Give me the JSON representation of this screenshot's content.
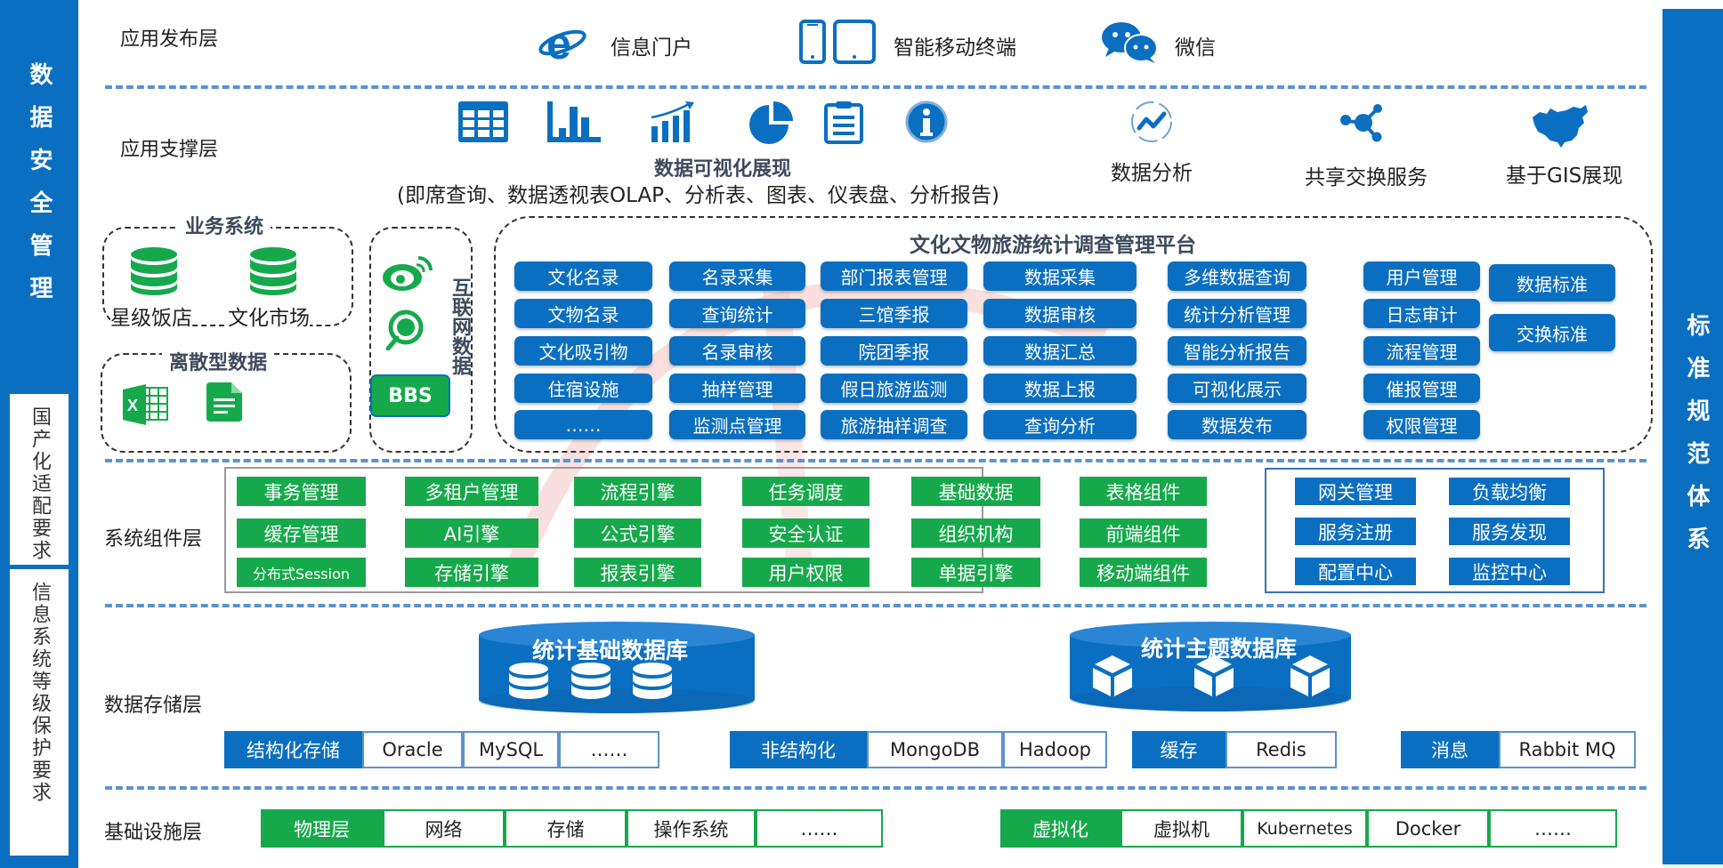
{
  "sidebars": {
    "left_title": "数据安全管理",
    "left_boxes": [
      "国产化适配要求",
      "信息系统等级保护要求"
    ],
    "right_title": "标准规范体系"
  },
  "layers": {
    "publish": "应用发布层",
    "support": "应用支撑层",
    "component": "系统组件层",
    "storage": "数据存储层",
    "infra": "基础设施层"
  },
  "publish_items": [
    {
      "icon": "ie-browser-icon",
      "label": "信息门户"
    },
    {
      "icon": "mobile-tablet-icon",
      "label": "智能移动终端"
    },
    {
      "icon": "wechat-icon",
      "label": "微信"
    }
  ],
  "support": {
    "viz_icons": [
      "table-icon",
      "bar-chart-icon",
      "trend-chart-icon",
      "pie-chart-icon",
      "clipboard-icon",
      "info-icon"
    ],
    "viz_title": "数据可视化展现",
    "viz_subtitle": "(即席查询、数据透视表OLAP、分析表、图表、仪表盘、分析报告)",
    "analysis": "数据分析",
    "exchange": "共享交换服务",
    "gis": "基于GIS展现"
  },
  "sources": {
    "business_title": "业务系统",
    "business_items": [
      "星级饭店",
      "文化市场"
    ],
    "discrete_title": "离散型数据",
    "internet_title": "互联网数据",
    "bbs": "BBS"
  },
  "platform": {
    "title": "文化文物旅游统计调查管理平台",
    "columns": [
      [
        "文化名录",
        "文物名录",
        "文化吸引物",
        "住宿设施",
        "……"
      ],
      [
        "名录采集",
        "查询统计",
        "名录审核",
        "抽样管理",
        "监测点管理"
      ],
      [
        "部门报表管理",
        "三馆季报",
        "院团季报",
        "假日旅游监测",
        "旅游抽样调查"
      ],
      [
        "数据采集",
        "数据审核",
        "数据汇总",
        "数据上报",
        "查询分析"
      ],
      [
        "多维数据查询",
        "统计分析管理",
        "智能分析报告",
        "可视化展示",
        "数据发布"
      ],
      [
        "用户管理",
        "日志审计",
        "流程管理",
        "催报管理",
        "权限管理"
      ],
      [
        "数据标准",
        "交换标准"
      ]
    ]
  },
  "components": {
    "green_grid": [
      [
        "事务管理",
        "多租户管理",
        "流程引擎",
        "任务调度",
        "基础数据",
        "表格组件"
      ],
      [
        "缓存管理",
        "AI引擎",
        "公式引擎",
        "安全认证",
        "组织机构",
        "前端组件"
      ],
      [
        "分布式Session",
        "存储引擎",
        "报表引擎",
        "用户权限",
        "单据引擎",
        "移动端组件"
      ]
    ],
    "blue_grid": [
      [
        "网关管理",
        "负载均衡"
      ],
      [
        "服务注册",
        "服务发现"
      ],
      [
        "配置中心",
        "监控中心"
      ]
    ]
  },
  "storage": {
    "db1": "统计基础数据库",
    "db2": "统计主题数据库",
    "groups": [
      {
        "head": "结构化存储",
        "items": [
          "Oracle",
          "MySQL",
          "……"
        ]
      },
      {
        "head": "非结构化",
        "items": [
          "MongoDB",
          "Hadoop"
        ]
      },
      {
        "head": "缓存",
        "items": [
          "Redis"
        ]
      },
      {
        "head": "消息",
        "items": [
          "Rabbit MQ"
        ]
      }
    ]
  },
  "infra": {
    "groups": [
      {
        "head": "物理层",
        "items": [
          "网络",
          "存储",
          "操作系统",
          "……"
        ]
      },
      {
        "head": "虚拟化",
        "items": [
          "虚拟机",
          "Kubernetes",
          "Docker",
          "……"
        ]
      }
    ]
  },
  "colors": {
    "blue": "#0b6fc1",
    "green": "#16a94b",
    "dash": "#5b93cf"
  }
}
